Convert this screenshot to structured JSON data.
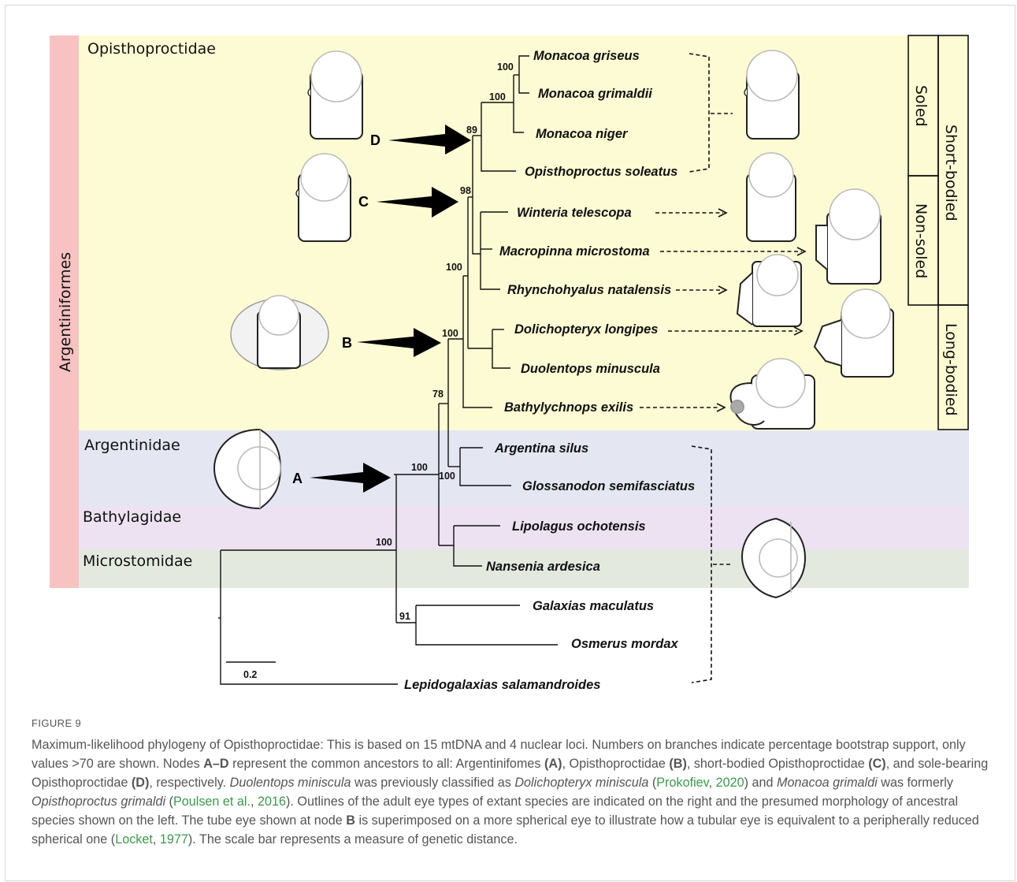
{
  "figure": {
    "families": {
      "opisthoproctidae": "Opisthoproctidae",
      "argentinidae": "Argentinidae",
      "bathylagidae": "Bathylagidae",
      "microstomidae": "Microstomidae",
      "order": "Argentiniformes"
    },
    "colors": {
      "opisthoproctidae": "#fdfbd3",
      "argentinidae": "#e4e6f2",
      "bathylagidae": "#ece2f1",
      "microstomidae": "#e4e9e0",
      "order": "#f7c2c1"
    },
    "taxa": [
      "Monacoa griseus",
      "Monacoa grimaldii",
      "Monacoa niger",
      "Opisthoproctus soleatus",
      "Winteria telescopa",
      "Macropinna microstoma",
      "Rhynchohyalus natalensis",
      "Dolichopteryx longipes",
      "Duolentops minuscula",
      "Bathylychnops exilis",
      "Argentina silus",
      "Glossanodon semifasciatus",
      "Lipolagus ochotensis",
      "Nansenia ardesica",
      "Galaxias maculatus",
      "Osmerus mordax",
      "Lepidogalaxias salamandroides"
    ],
    "bootstrap": {
      "griseus_grimaldii": "100",
      "monacoa": "100",
      "soled": "89",
      "short": "98",
      "macro": "100",
      "opis": "100",
      "arg_opis": "78",
      "argentinidae": "100",
      "argentiniformes": "100",
      "gal_osm": "91",
      "root": "100"
    },
    "nodes": [
      "A",
      "B",
      "C",
      "D"
    ],
    "body_form": {
      "soled": "Soled",
      "non_soled": "Non-soled",
      "short_bodied": "Short-bodied",
      "long_bodied": "Long-bodied"
    },
    "scale_bar": "0.2"
  },
  "caption": {
    "label": "FIGURE 9",
    "s1": "Maximum-likelihood phylogeny of Opisthoproctidae: This is based on 15 mtDNA and 4 nuclear loci. Numbers on branches indicate percentage bootstrap support, only values >70 are shown. Nodes ",
    "s1_nodes": "A–D",
    "s2": " represent the common ancestors to all: Argentinifomes ",
    "s2_a": "(A)",
    "s3": ", Opisthoproctidae ",
    "s3_b": "(B)",
    "s4": ", short-bodied Opisthoproctidae ",
    "s4_c": "(C)",
    "s5": ", and sole-bearing Opisthoproctidae ",
    "s5_d": "(D)",
    "s6": ", respectively. ",
    "i1": "Duolentops miniscula",
    "s7": " was previously classified as ",
    "i2": "Dolichopteryx miniscula",
    "s8": " (",
    "ref1": "Prokofiev",
    "s9": ", ",
    "ref1_year": "2020",
    "s10": ") and ",
    "i3": "Monacoa grimaldi",
    "s11": " was formerly ",
    "i4": "Opisthoproctus grimaldi",
    "s12": " (",
    "ref2": "Poulsen et al.",
    "s13": ", ",
    "ref2_year": "2016",
    "s14": "). Outlines of the adult eye types of extant species are indicated on the right and the presumed morphology of ancestral species shown on the left. The tube eye shown at node ",
    "s14_b": "B",
    "s15": " is superimposed on a more spherical eye to illustrate how a tubular eye is equivalent to a peripherally reduced spherical one (",
    "ref3": "Locket",
    "s16": ", ",
    "ref3_year": "1977",
    "s17": "). The scale bar represents a measure of genetic distance."
  }
}
